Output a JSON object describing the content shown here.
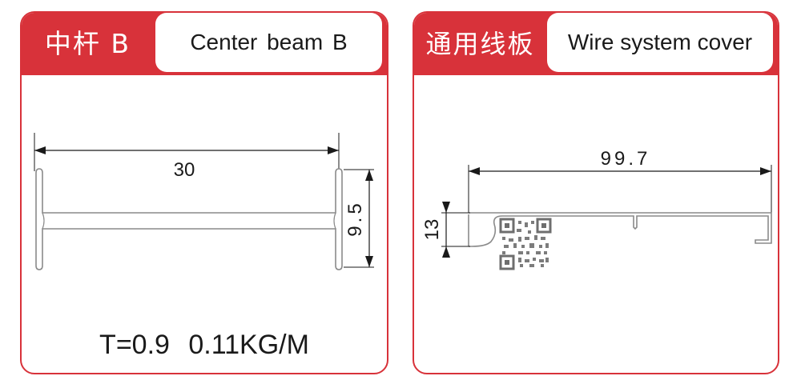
{
  "left_card": {
    "title_cn": "中杆 B",
    "title_en": "Center  beam B",
    "dim_width": "30",
    "dim_height": "9.5",
    "spec": "T=0.9   0.11KG/M"
  },
  "right_card": {
    "title_cn": "通用线板",
    "title_en": "Wire system cover",
    "dim_width": "99.7",
    "dim_height": "13"
  },
  "colors": {
    "accent": "#d8323a",
    "line": "#1a1a1a",
    "profile": "#8a8a8a"
  },
  "icons": [
    "qr-code-icon"
  ]
}
